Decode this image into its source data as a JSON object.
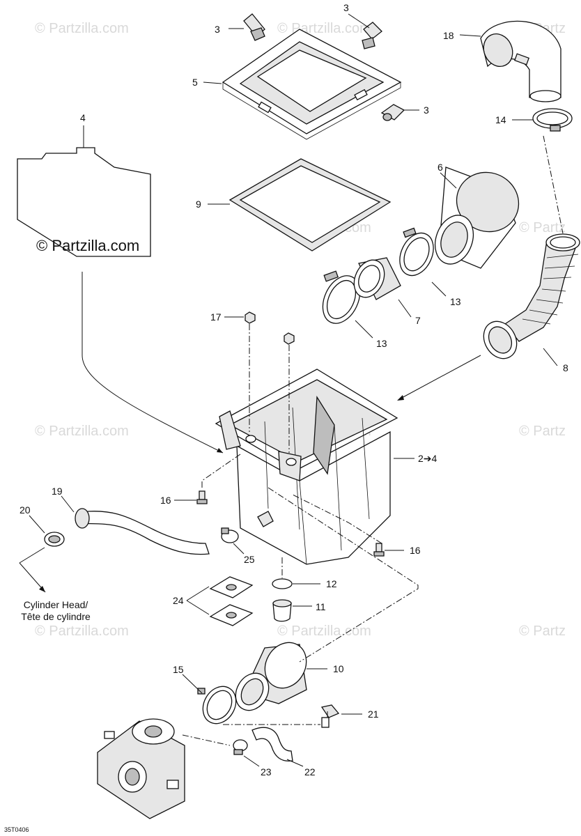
{
  "watermark": "© Partzilla.com",
  "watermark_short": "© Partz",
  "ref_code": "35T0406",
  "destination_label_line1": "Cylinder Head/",
  "destination_label_line2": "Tête de cylindre",
  "callouts": {
    "c1": "3",
    "c2": "3",
    "c3": "18",
    "c4": "5",
    "c5": "3",
    "c6": "14",
    "c7": "4",
    "c8": "6",
    "c9": "9",
    "c10": "7",
    "c11": "13",
    "c12": "13",
    "c13": "17",
    "c14": "8",
    "c15": "2➔4",
    "c16": "16",
    "c17": "19",
    "c18": "20",
    "c19": "16",
    "c20": "25",
    "c21": "12",
    "c22": "24",
    "c23": "11",
    "c24": "10",
    "c25": "15",
    "c26": "21",
    "c27": "23",
    "c28": "22"
  }
}
